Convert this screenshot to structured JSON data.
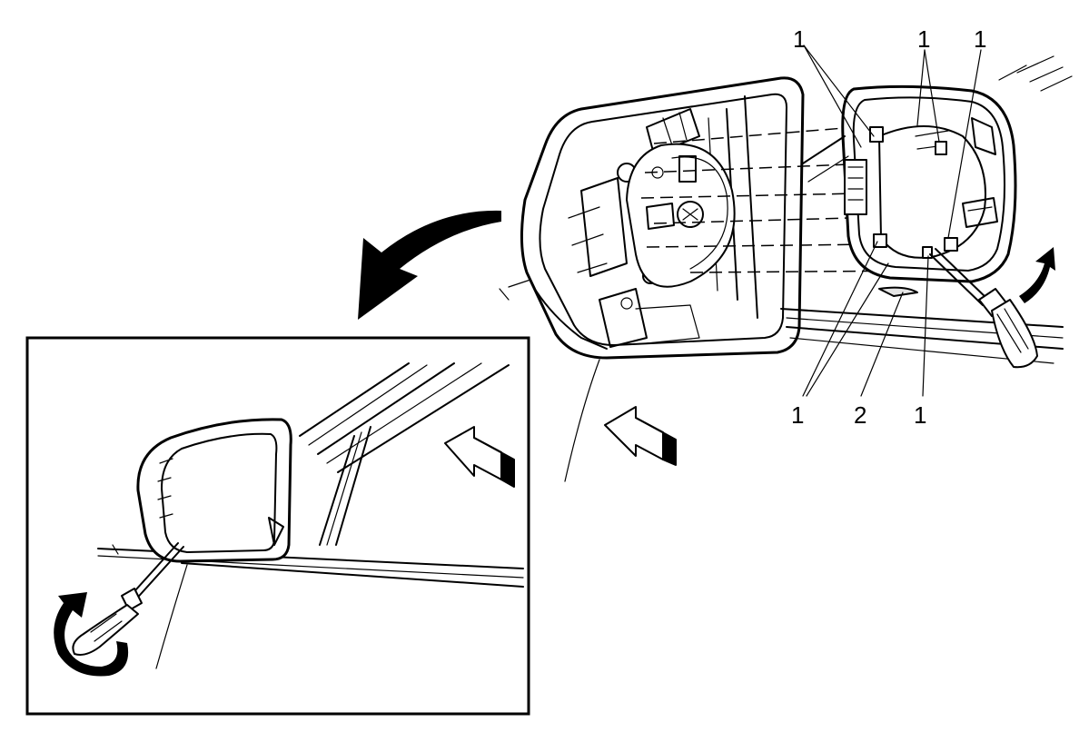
{
  "callouts": [
    {
      "id": "callout-1-top-left",
      "label": "1"
    },
    {
      "id": "callout-1-top-mid",
      "label": "1"
    },
    {
      "id": "callout-1-top-right",
      "label": "1"
    },
    {
      "id": "callout-1-bottom-left",
      "label": "1"
    },
    {
      "id": "callout-2-bottom",
      "label": "2"
    },
    {
      "id": "callout-1-bottom-right",
      "label": "1"
    }
  ]
}
